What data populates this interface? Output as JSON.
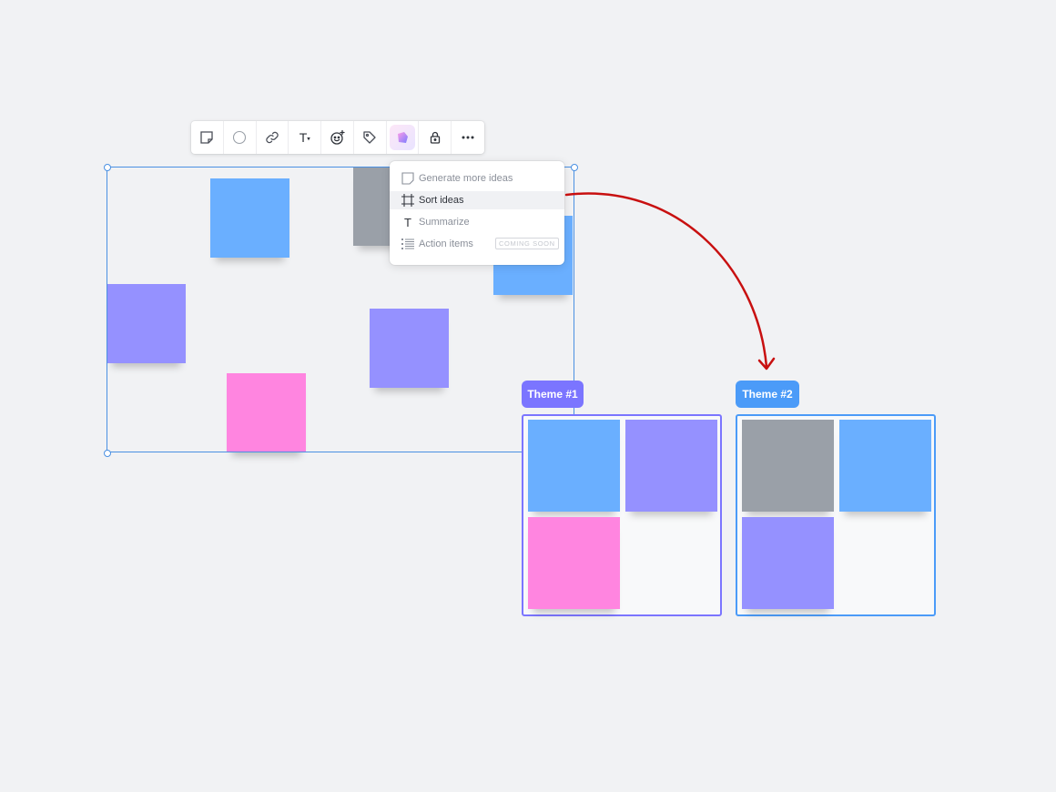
{
  "toolbar": {
    "items": [
      {
        "icon": "sticky-note-icon"
      },
      {
        "icon": "shape-circle-icon"
      },
      {
        "icon": "link-icon"
      },
      {
        "icon": "text-format-icon",
        "label": "T"
      },
      {
        "icon": "emoji-reaction-icon"
      },
      {
        "icon": "tag-icon"
      },
      {
        "icon": "ai-assist-icon"
      },
      {
        "icon": "lock-icon"
      },
      {
        "icon": "more-icon"
      }
    ]
  },
  "menu": {
    "items": [
      {
        "label": "Generate more ideas",
        "icon": "sticky-note-icon"
      },
      {
        "label": "Sort ideas",
        "icon": "frame-icon"
      },
      {
        "label": "Summarize",
        "icon": "text-icon"
      },
      {
        "label": "Action items",
        "icon": "list-icon",
        "badge": "COMING SOON"
      }
    ]
  },
  "themes": [
    {
      "label": "Theme #1",
      "color": "#7b75ff"
    },
    {
      "label": "Theme #2",
      "color": "#4b9bf8"
    }
  ],
  "colors": {
    "background": "#f1f2f4",
    "selection": "#4a90e2",
    "arrow": "#c81010",
    "sticky_blue": "#6aafff",
    "sticky_purple": "#9591ff",
    "sticky_pink": "#ff85e0",
    "sticky_gray": "#9aa0a8"
  }
}
